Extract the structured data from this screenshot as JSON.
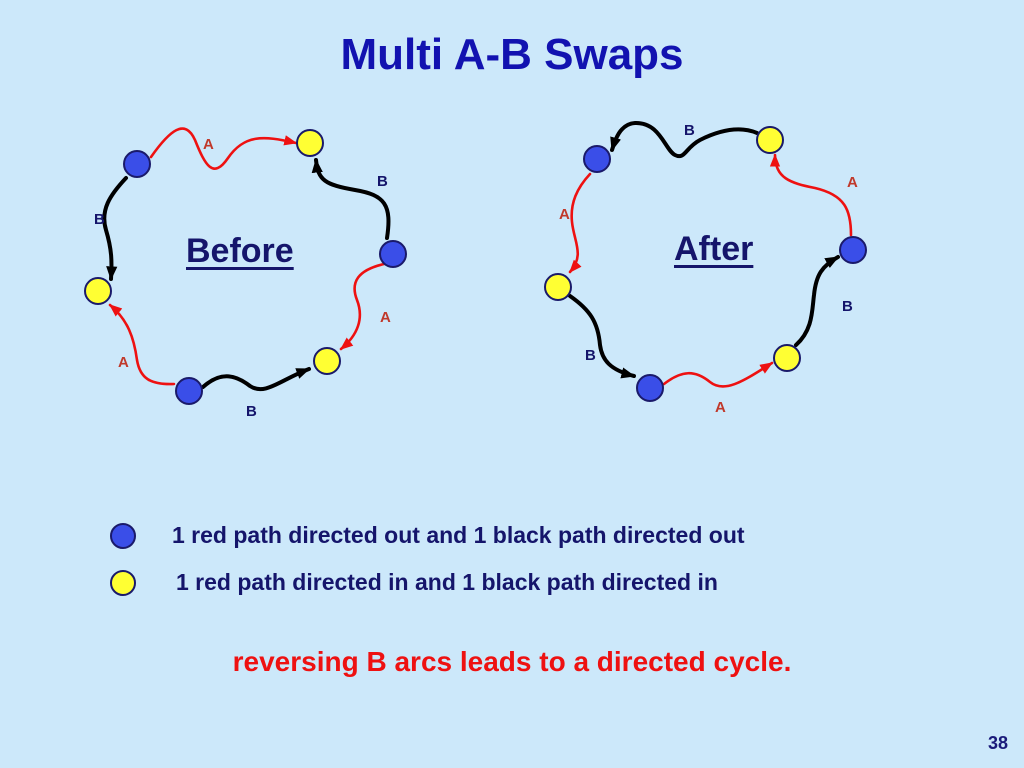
{
  "slide": {
    "title": "Multi A-B Swaps",
    "page_number": "38",
    "conclusion": "reversing B arcs leads to a directed cycle."
  },
  "colors": {
    "background": "#cce8fa",
    "title": "#1212b0",
    "a_arc": "#ee1111",
    "b_arc": "#000000",
    "out_node": "#3a4ee8",
    "in_node": "#ffff33",
    "conclusion": "#ee1111"
  },
  "panels": {
    "before": {
      "label": "Before",
      "nodes": [
        {
          "id": "b1",
          "kind": "out"
        },
        {
          "id": "y1",
          "kind": "in"
        },
        {
          "id": "b2",
          "kind": "out"
        },
        {
          "id": "y2",
          "kind": "in"
        },
        {
          "id": "b3",
          "kind": "out"
        },
        {
          "id": "y3",
          "kind": "in"
        }
      ],
      "edges": [
        {
          "from": "b1",
          "to": "y1",
          "type": "A",
          "label": "A"
        },
        {
          "from": "b2",
          "to": "y1",
          "type": "B",
          "label": "B"
        },
        {
          "from": "b2",
          "to": "y2",
          "type": "A",
          "label": "A"
        },
        {
          "from": "b3",
          "to": "y2",
          "type": "B",
          "label": "B"
        },
        {
          "from": "b3",
          "to": "y3",
          "type": "A",
          "label": "A"
        },
        {
          "from": "b1",
          "to": "y3",
          "type": "B",
          "label": "B"
        }
      ]
    },
    "after": {
      "label": "After",
      "nodes": [
        {
          "id": "b1",
          "kind": "out"
        },
        {
          "id": "y1",
          "kind": "in"
        },
        {
          "id": "b2",
          "kind": "out"
        },
        {
          "id": "y2",
          "kind": "in"
        },
        {
          "id": "b3",
          "kind": "out"
        },
        {
          "id": "y3",
          "kind": "in"
        }
      ],
      "edges": [
        {
          "from": "y1",
          "to": "b1",
          "type": "B",
          "label": "B"
        },
        {
          "from": "b2",
          "to": "y1",
          "type": "A",
          "label": "A"
        },
        {
          "from": "y2",
          "to": "b2",
          "type": "B",
          "label": "B"
        },
        {
          "from": "b3",
          "to": "y2",
          "type": "A",
          "label": "A"
        },
        {
          "from": "y3",
          "to": "b3",
          "type": "B",
          "label": "B"
        },
        {
          "from": "b1",
          "to": "y3",
          "type": "A",
          "label": "A"
        }
      ]
    }
  },
  "legend": [
    {
      "kind": "out",
      "text": "1 red path directed out and 1 black path directed out"
    },
    {
      "kind": "in",
      "text": "1 red path directed in and 1 black path directed in"
    }
  ]
}
